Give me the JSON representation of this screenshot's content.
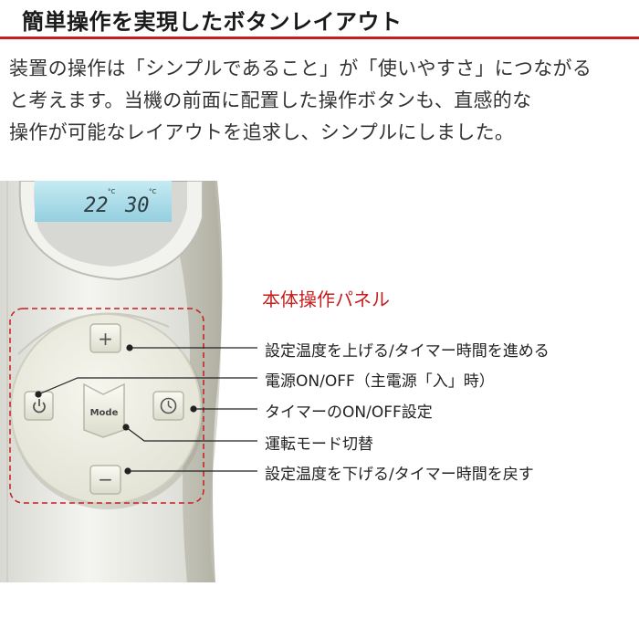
{
  "header": {
    "title": "簡単操作を実現したボタンレイアウト"
  },
  "intro": {
    "lines": [
      "装置の操作は「シンプルであること」が「使いやすさ」につながる",
      "と考えます。当機の前面に配置した操作ボタンも、直感的な",
      "操作が可能なレイアウトを追求し、シンプルにしました。"
    ]
  },
  "device": {
    "display_temp1": "22",
    "display_temp2": "30",
    "degree1": "°C",
    "degree2": "°C",
    "mode_label": "Mode",
    "plus_label": "+",
    "minus_label": "−"
  },
  "panel": {
    "title": "本体操作パネル",
    "callouts": [
      "設定温度を上げる/タイマー時間を進める",
      "電源ON/OFF（主電源「入」時）",
      "タイマーのON/OFF設定",
      "運転モード切替",
      "設定温度を下げる/タイマー時間を戻す"
    ]
  },
  "colors": {
    "accent": "#c41e1e",
    "panel_bg": "#eeeee2",
    "lcd": "#a9dce9"
  }
}
